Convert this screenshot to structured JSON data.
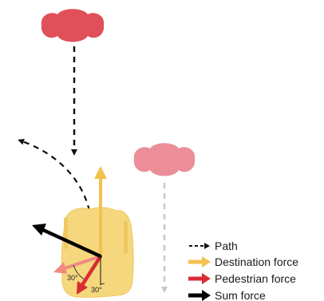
{
  "colors": {
    "pedestrian_red": "#e0505a",
    "pedestrian_pink": "#ec8e98",
    "body_yellow": "#f5d77e",
    "body_stroke": "#eec85e",
    "destination_force": "#f2c14e",
    "pedestrian_force": "#d82c32",
    "pedestrian_force_light": "#ef8a80",
    "sum_force": "#000000",
    "path_dark": "#111111",
    "path_grey": "#c8c8c8"
  },
  "icons": {
    "other_pedestrian_top": "cloud-shape-icon",
    "other_pedestrian_right": "cloud-shape-icon",
    "agent_body": "rounded-body-icon"
  },
  "angles": {
    "left": "30°",
    "right": "30°"
  },
  "legend": {
    "path": "Path",
    "destination_force": "Destination force",
    "pedestrian_force": "Pedestrian force",
    "sum_force": "Sum force"
  }
}
